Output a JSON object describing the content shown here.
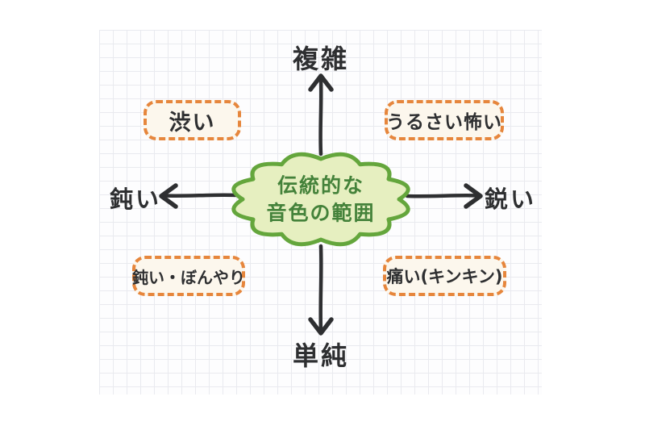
{
  "diagram": {
    "center_cloud": {
      "line1": "伝統的な",
      "line2": "音色の範囲"
    },
    "axes": {
      "top": "複雑",
      "bottom": "単純",
      "left": "鈍い",
      "right": "鋭い"
    },
    "quadrant_boxes": {
      "top_left": "渋い",
      "top_right": "うるさい怖い",
      "bottom_left": "鈍い・ぼんやり",
      "bottom_right": "痛い(キンキン)"
    },
    "colors": {
      "ink": "#2e2f31",
      "accent_orange": "#e6863c",
      "box_fill": "#fcf7ed",
      "cloud_stroke": "#64a63c",
      "cloud_fill": "#e6efc0",
      "cloud_text": "#44823a",
      "grid_line": "#e9eaef",
      "paper": "#fdfdfe"
    }
  }
}
